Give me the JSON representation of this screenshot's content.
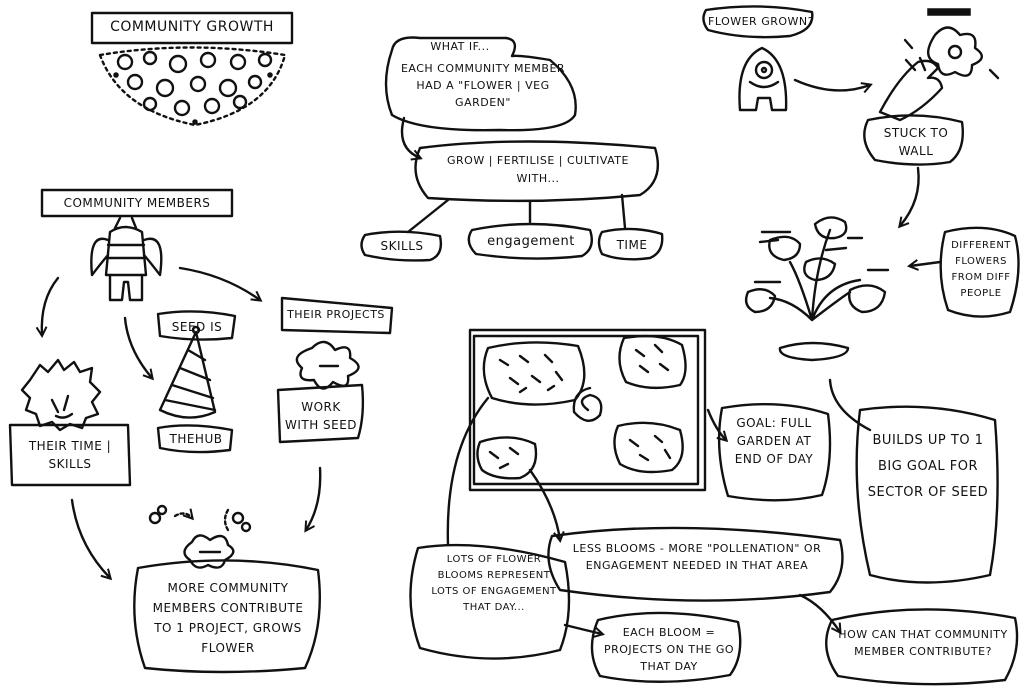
{
  "labels": {
    "community_growth": "COMMUNITY GROWTH",
    "community_members": "COMMUNITY MEMBERS",
    "their_time_skills": "THEIR TIME | SKILLS",
    "seed_is": "SEED IS",
    "the_hub": "THEHUB",
    "their_projects": "THEIR PROJECTS",
    "work_with_seed": "WORK WITH SEED",
    "more_contribute": "MORE COMMUNITY MEMBERS CONTRIBUTE TO 1 PROJECT, GROWS FLOWER",
    "what_if": "WHAT IF...",
    "each_member_garden": "EACH COMMUNITY MEMBER HAD A \"FLOWER | VEG GARDEN\"",
    "grow_fertilise": "GROW | FERTILISE | CULTIVATE WITH...",
    "skills": "SKILLS",
    "engagement": "engagement",
    "time": "TIME",
    "flower_grown": "FLOWER GROWN?",
    "stuck_to_wall": "STUCK TO WALL",
    "different_flowers": "DIFFERENT FLOWERS FROM DIFF PEOPLE",
    "goal_full_garden": "GOAL: FULL GARDEN AT END OF DAY",
    "builds_up": "BUILDS UP TO 1 BIG GOAL FOR SECTOR OF SEED",
    "lots_of_blooms": "LOTS OF FLOWER BLOOMS REPRESENT LOTS OF ENGAGEMENT THAT DAY...",
    "less_blooms": "LESS BLOOMS - MORE \"POLLENATION\" OR ENGAGEMENT NEEDED IN THAT AREA",
    "each_bloom": "EACH BLOOM = PROJECTS ON THE GO THAT DAY",
    "how_can_contribute": "HOW CAN THAT COMMUNITY MEMBER CONTRIBUTE?"
  }
}
